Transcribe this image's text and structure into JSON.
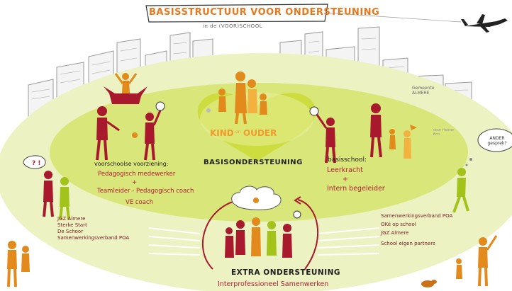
{
  "title": "BASISSTRUCTUUR VOOR ONDERSTEUNING",
  "subtitle": "in de (VOOR)SCHOOL",
  "center": {
    "kind": "KIND",
    "en": "en",
    "ouder": "OUDER"
  },
  "basis_label": "BASISONDERSTEUNING",
  "voorschool": {
    "heading": "voorschoolse voorziening:",
    "line1": "Pedagogisch medewerker",
    "plus": "+",
    "line2": "Teamleider - Pedagogisch coach",
    "line3": "VE coach"
  },
  "basisschool": {
    "heading": "basisschool:",
    "line1": "Leerkracht",
    "plus": "+",
    "line2": "Intern begeleider"
  },
  "left_partners": [
    "JGZ Almere",
    "Sterke Start",
    "De Schoor",
    "Samenwerkingsverband POA"
  ],
  "right_partners": [
    "Samenwerkingsverband POA",
    "OKé op school",
    "JGZ Almere",
    "School eigen partners"
  ],
  "extra_label": "EXTRA ONDERSTEUNING",
  "interprof_label": "Interprofessioneel Samenwerken",
  "bubble_text": "ANDER gesprek?",
  "question_marks": "? !",
  "building_sign": "Gemeente ALMERE",
  "credit": "door Hester Eco"
}
